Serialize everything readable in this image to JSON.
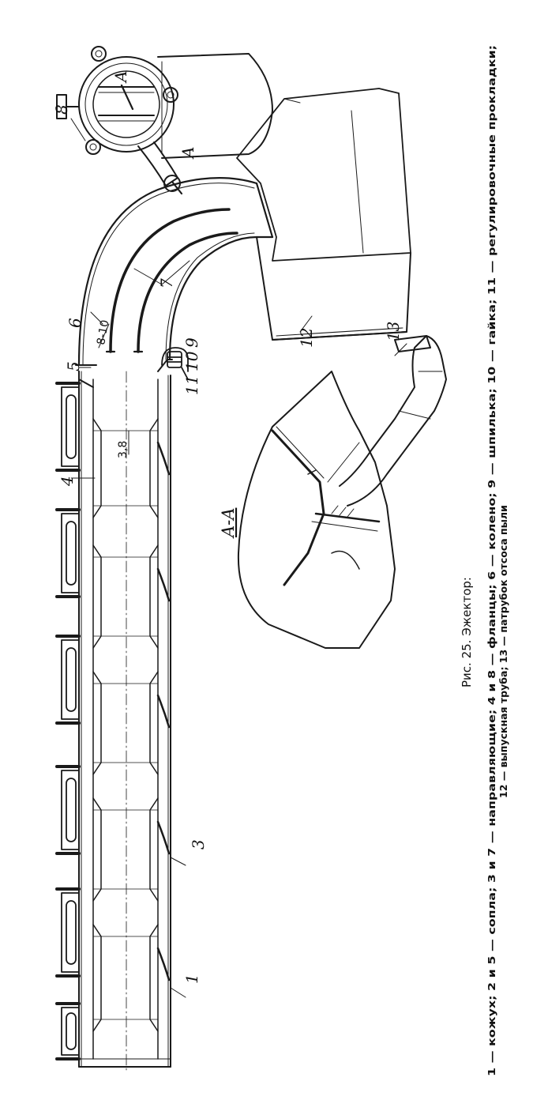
{
  "figure": {
    "callouts": {
      "n1": "1",
      "n3": "3",
      "n4": "4",
      "n5": "5",
      "n6": "6",
      "n7": "7",
      "n8": "8",
      "n9": "9",
      "n10": "10",
      "n11": "11",
      "n12": "12",
      "n13": "13"
    },
    "dimensions": {
      "gap": "8-10",
      "nozzle": "3,8"
    },
    "section_label": "A-A",
    "cut_mark": "A",
    "caption": {
      "title": "Рис. 25. Эжектор:",
      "line1": "1 — кожух; 2 и 5 — сопла; 3 и 7 — направляющие; 4 и 8 — фланцы; 6 — колено; 9 — шпилька; 10 — гайка; 11 — регулировочные прокладки;",
      "line2": "12 — выпускная труба; 13 — патрубок отсоса пыли"
    }
  }
}
